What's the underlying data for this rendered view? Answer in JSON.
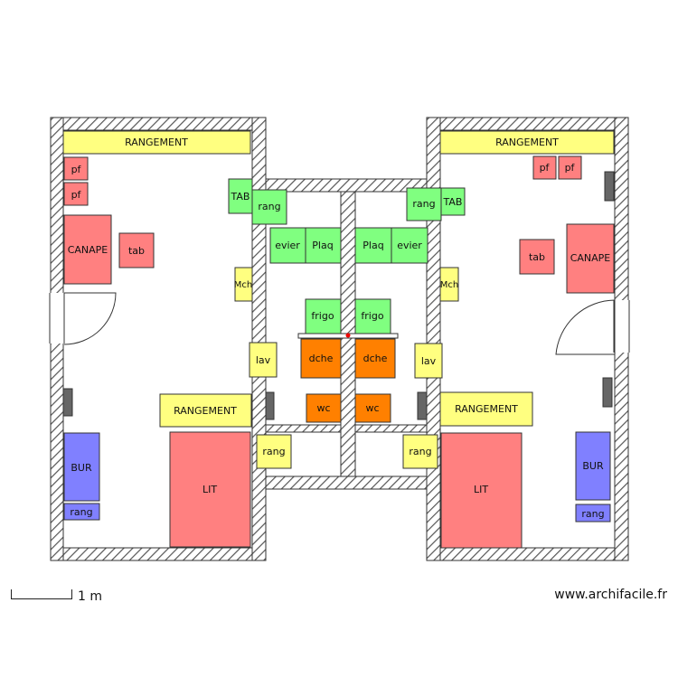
{
  "labels": {
    "rangement": "RANGEMENT",
    "pf": "pf",
    "canape": "CANAPE",
    "tab": "tab",
    "tab_upper": "TAB",
    "rang": "rang",
    "mch": "Mch",
    "lav": "lav",
    "bur": "BUR",
    "lit": "LIT",
    "evier": "evier",
    "plaq": "Plaq",
    "frigo": "frigo",
    "dche": "dche",
    "wc": "wc"
  },
  "scale": {
    "label": "1 m"
  },
  "credit": "www.archifacile.fr",
  "colors": {
    "yellow": "#ffff80",
    "red": "#ff8080",
    "green": "#80ff80",
    "blue": "#8080ff",
    "orange": "#ff8000",
    "wall_hatch": "#555555",
    "window": "#666666"
  }
}
